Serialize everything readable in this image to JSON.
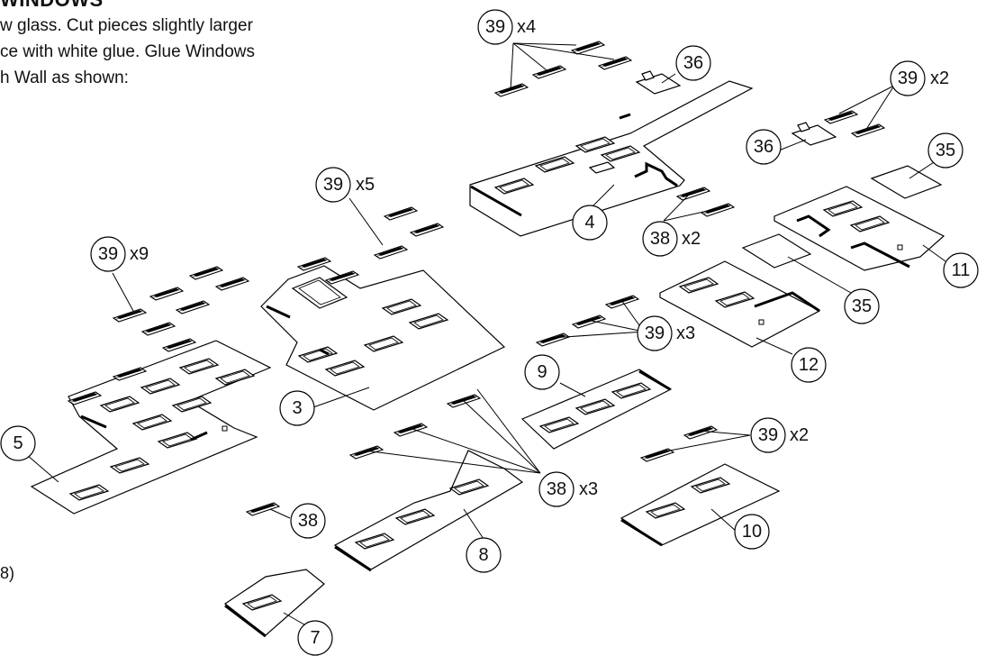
{
  "heading": "WINDOWS",
  "instructions": [
    "w glass. Cut pieces slightly larger",
    "ce with white glue.  Glue Windows",
    "h Wall as shown:"
  ],
  "footnote_fragment": "8)",
  "callouts": [
    {
      "id": "c39a",
      "num": "39",
      "qty": "x4"
    },
    {
      "id": "c36a",
      "num": "36",
      "qty": ""
    },
    {
      "id": "c39b",
      "num": "39",
      "qty": "x2"
    },
    {
      "id": "c36b",
      "num": "36",
      "qty": ""
    },
    {
      "id": "c35a",
      "num": "35",
      "qty": ""
    },
    {
      "id": "c39c",
      "num": "39",
      "qty": "x5"
    },
    {
      "id": "c4",
      "num": "4",
      "qty": ""
    },
    {
      "id": "c38a",
      "num": "38",
      "qty": "x2"
    },
    {
      "id": "c39d",
      "num": "39",
      "qty": "x9"
    },
    {
      "id": "c11",
      "num": "11",
      "qty": ""
    },
    {
      "id": "c35b",
      "num": "35",
      "qty": ""
    },
    {
      "id": "c39e",
      "num": "39",
      "qty": "x3"
    },
    {
      "id": "c12",
      "num": "12",
      "qty": ""
    },
    {
      "id": "c9",
      "num": "9",
      "qty": ""
    },
    {
      "id": "c3",
      "num": "3",
      "qty": ""
    },
    {
      "id": "c39f",
      "num": "39",
      "qty": "x2"
    },
    {
      "id": "c5",
      "num": "5",
      "qty": ""
    },
    {
      "id": "c38b",
      "num": "38",
      "qty": "x3"
    },
    {
      "id": "c38c",
      "num": "38",
      "qty": ""
    },
    {
      "id": "c10",
      "num": "10",
      "qty": ""
    },
    {
      "id": "c8",
      "num": "8",
      "qty": ""
    },
    {
      "id": "c7",
      "num": "7",
      "qty": ""
    }
  ]
}
